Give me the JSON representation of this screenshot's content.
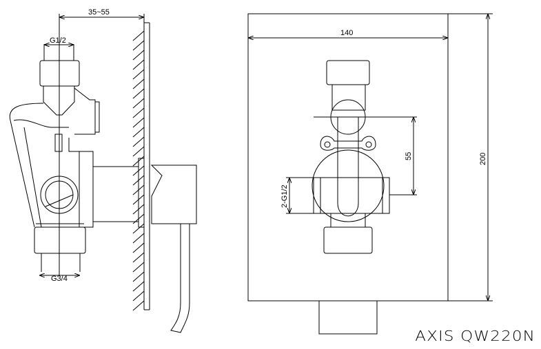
{
  "side_view": {
    "dim_depth": "35~55",
    "dim_top_thread": "G1/2",
    "dim_bottom_thread": "G3/4"
  },
  "front_view": {
    "dim_width": "140",
    "dim_height": "200",
    "dim_spacing": "55",
    "dim_side_thread": "2-G1/2"
  },
  "model_label": "AXIS QW220N"
}
